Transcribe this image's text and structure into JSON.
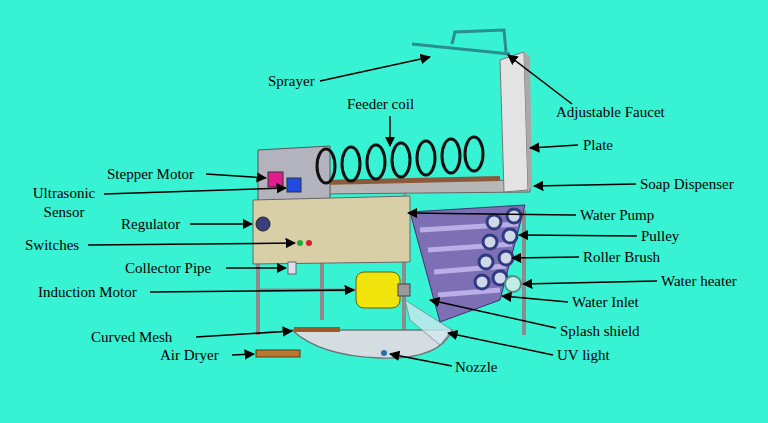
{
  "diagram": {
    "labels": [
      "Sprayer",
      "Adjustable Faucet",
      "Feeder coil",
      "Plate",
      "Stepper Motor",
      "Ultrasonic Sensor",
      "Soap Dispenser",
      "Regulator",
      "Water Pump",
      "Pulley",
      "Switches",
      "Roller Brush",
      "Collector Pipe",
      "Water heater",
      "Induction Motor",
      "Water Inlet",
      "Splash shield",
      "Curved Mesh",
      "UV light",
      "Air Dryer",
      "Nozzle"
    ]
  }
}
